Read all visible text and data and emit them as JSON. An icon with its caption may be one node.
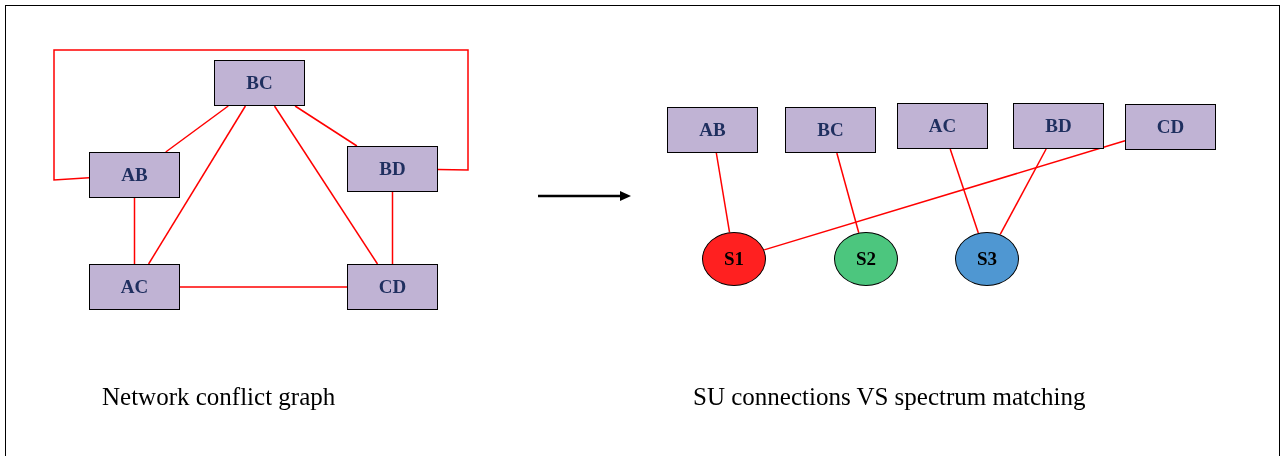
{
  "diagram": {
    "nodes": [
      {
        "text": [
          "BC"
        ]
      },
      {
        "text": [
          "AB"
        ]
      },
      {
        "text": [
          "BD"
        ]
      },
      {
        "text": [
          "AC"
        ]
      },
      {
        "text": [
          "CD"
        ]
      },
      {
        "text": [
          "AB"
        ]
      },
      {
        "text": [
          "BC"
        ]
      },
      {
        "text": [
          "AC"
        ]
      },
      {
        "text": [
          "BD"
        ]
      },
      {
        "text": [
          "CD"
        ]
      },
      {
        "text": [
          "S1"
        ]
      },
      {
        "text": [
          "S2"
        ]
      },
      {
        "text": [
          "S3"
        ]
      }
    ],
    "edges": [
      {
        "from": 1,
        "to": 0,
        "arrow": "none"
      },
      {
        "from": 0,
        "to": 2,
        "arrow": "none"
      },
      {
        "from": 1,
        "to": 2,
        "arrow": "none"
      },
      {
        "from": 1,
        "to": 3,
        "arrow": "none"
      },
      {
        "from": 0,
        "to": 3,
        "arrow": "none"
      },
      {
        "from": 0,
        "to": 4,
        "arrow": "none"
      },
      {
        "from": 3,
        "to": 4,
        "arrow": "none"
      },
      {
        "from": 2,
        "to": 4,
        "arrow": "none"
      },
      {
        "from": 5,
        "to": 10,
        "arrow": "none"
      },
      {
        "from": 9,
        "to": 10,
        "arrow": "none"
      },
      {
        "from": 6,
        "to": 11,
        "arrow": "none"
      },
      {
        "from": 7,
        "to": 12,
        "arrow": "none"
      },
      {
        "from": 8,
        "to": 12,
        "arrow": "none"
      }
    ],
    "labels": [
      "Network conflict graph",
      "SU connections VS spectrum matching"
    ]
  }
}
